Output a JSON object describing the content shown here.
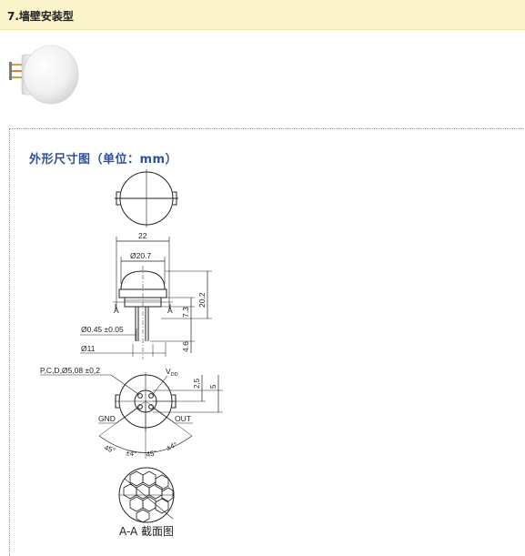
{
  "header": {
    "title": "7.墙壁安装型"
  },
  "spec": {
    "title": "外形尺寸图（单位：mm）"
  },
  "dims": {
    "width_22": "22",
    "dia_20_7": "Ø20.7",
    "height_20_2": "20.2",
    "height_7_3": "7.3",
    "pin_dia": "Ø0.45 ±0.05",
    "dia_11": "Ø11",
    "len_4_6": "4.6",
    "pcd": "P,C,D,Ø5,08 ±0,2",
    "vdd": "V",
    "vdd_sub": "DD",
    "gnd": "GND",
    "out": "OUT",
    "pitch_2_5": "2,5",
    "pitch_5": "5",
    "angle_45_left": "45°",
    "angle_45_right": "45°",
    "tol_4_left": "±4°",
    "tol_4_right": "±4°",
    "section_a_left": "A",
    "section_a_right": "A"
  },
  "section_caption": "A-A 截面图"
}
